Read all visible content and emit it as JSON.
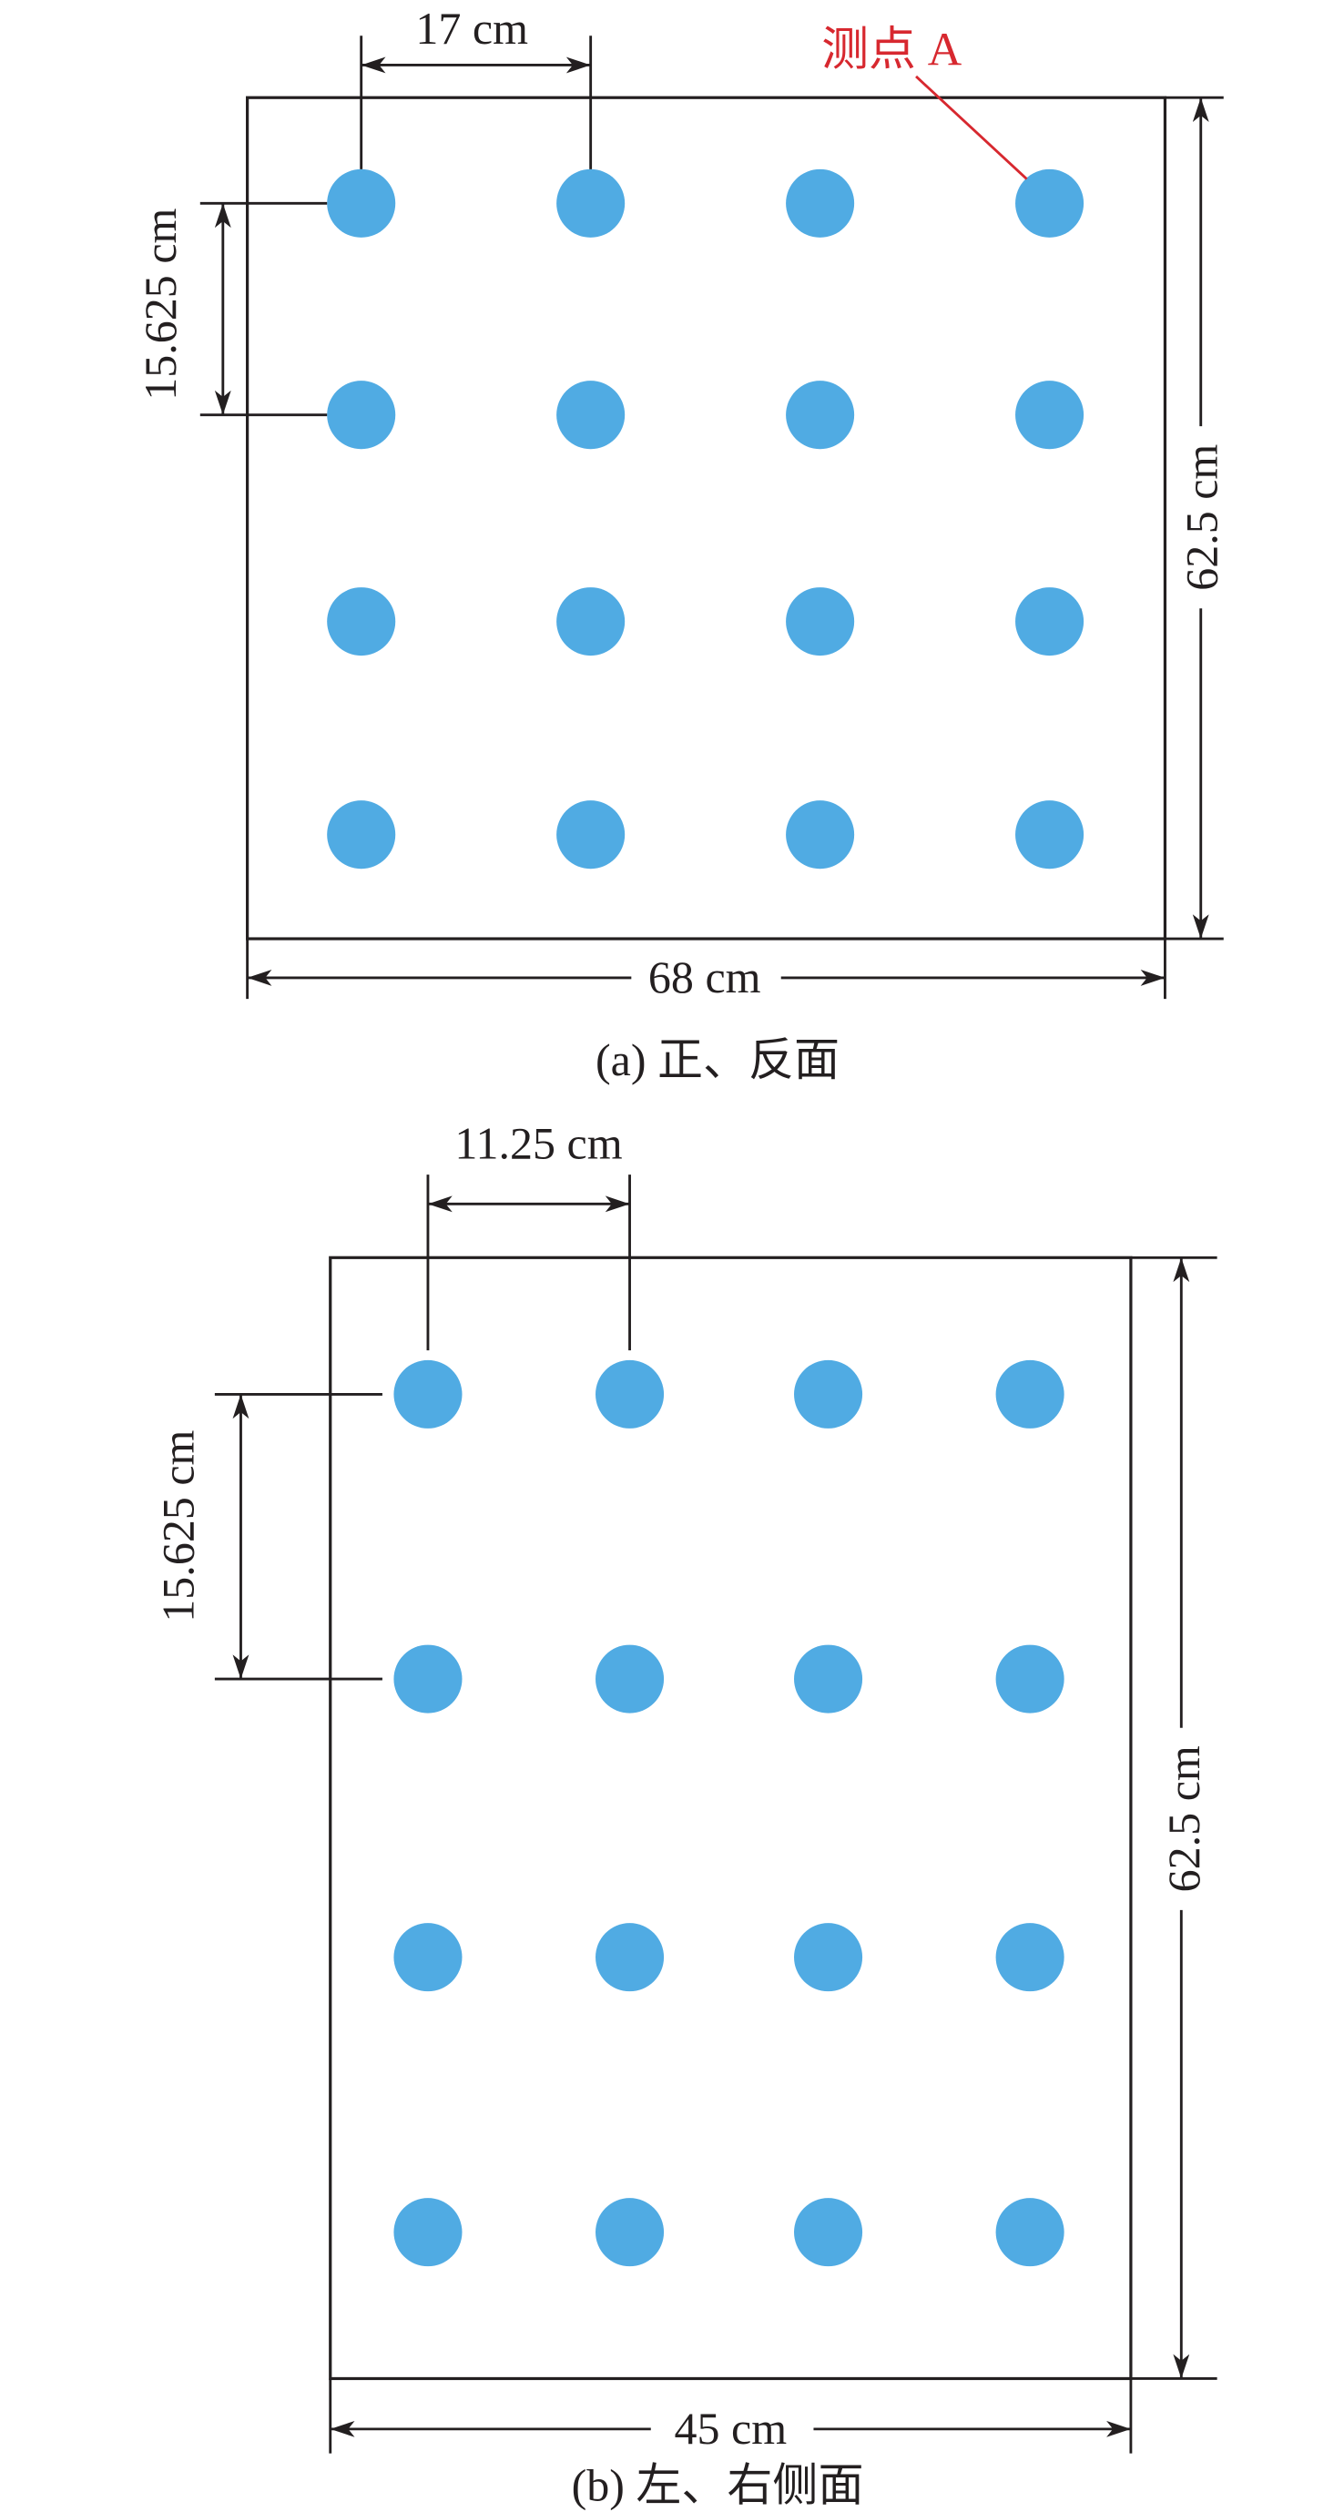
{
  "front_back": {
    "caption": "(a) 正、反面",
    "point_label": "测点 A",
    "dim_top": "17 cm",
    "dim_left": "15.625 cm",
    "dim_right": "62.5 cm",
    "dim_bottom": "68 cm"
  },
  "left_right": {
    "caption": "(b) 左、右侧面",
    "dim_top": "11.25 cm",
    "dim_left": "15.625 cm",
    "dim_right": "62.5 cm",
    "dim_bottom": "45 cm"
  },
  "colors": {
    "point": "#50ABE3",
    "point_label": "#D7282F",
    "line": "#231F20"
  }
}
